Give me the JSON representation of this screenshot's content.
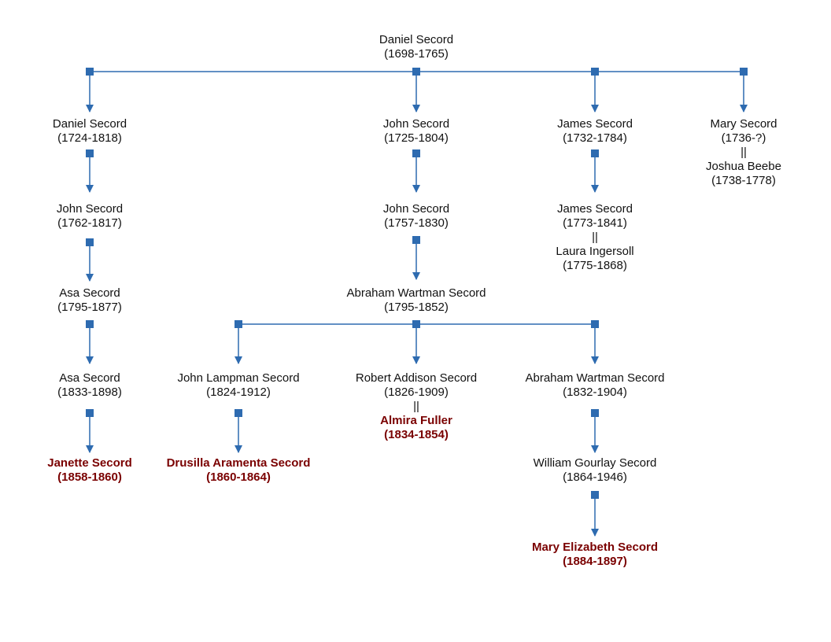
{
  "colors": {
    "line": "#2e6bb0",
    "node": "#2e6bb0",
    "text": "#111111",
    "highlight": "#7a0000"
  },
  "people": {
    "daniel_1698": {
      "name": "Daniel Secord",
      "dates": "(1698-1765)"
    },
    "daniel_1724": {
      "name": "Daniel Secord",
      "dates": "(1724-1818)"
    },
    "john_1725": {
      "name": "John Secord",
      "dates": "(1725-1804)"
    },
    "james_1732": {
      "name": "James Secord",
      "dates": "(1732-1784)"
    },
    "mary_1736": {
      "name": "Mary Secord",
      "dates": "(1736-?)",
      "sep": "||",
      "spouse": "Joshua Beebe",
      "spouse_dates": "(1738-1778)"
    },
    "john_1762": {
      "name": "John Secord",
      "dates": "(1762-1817)"
    },
    "john_1757": {
      "name": "John Secord",
      "dates": "(1757-1830)"
    },
    "james_1773": {
      "name": "James Secord",
      "dates": "(1773-1841)",
      "sep": "||",
      "spouse": "Laura Ingersoll",
      "spouse_dates": "(1775-1868)"
    },
    "asa_1795": {
      "name": "Asa Secord",
      "dates": "(1795-1877)"
    },
    "abraham_1795": {
      "name": "Abraham Wartman Secord",
      "dates": "(1795-1852)"
    },
    "asa_1833": {
      "name": "Asa Secord",
      "dates": "(1833-1898)"
    },
    "john_lampman": {
      "name": "John Lampman Secord",
      "dates": "(1824-1912)"
    },
    "robert_addison": {
      "name": "Robert Addison Secord",
      "dates": "(1826-1909)",
      "sep": "||",
      "spouse": "Almira Fuller",
      "spouse_dates": "(1834-1854)"
    },
    "abraham_1832": {
      "name": "Abraham Wartman Secord",
      "dates": "(1832-1904)"
    },
    "janette": {
      "name": "Janette Secord",
      "dates": "(1858-1860)"
    },
    "drusilla": {
      "name": "Drusilla Aramenta Secord",
      "dates": "(1860-1864)"
    },
    "william_gourlay": {
      "name": "William Gourlay Secord",
      "dates": "(1864-1946)"
    },
    "mary_elizabeth": {
      "name": "Mary Elizabeth Secord",
      "dates": "(1884-1897)"
    }
  }
}
